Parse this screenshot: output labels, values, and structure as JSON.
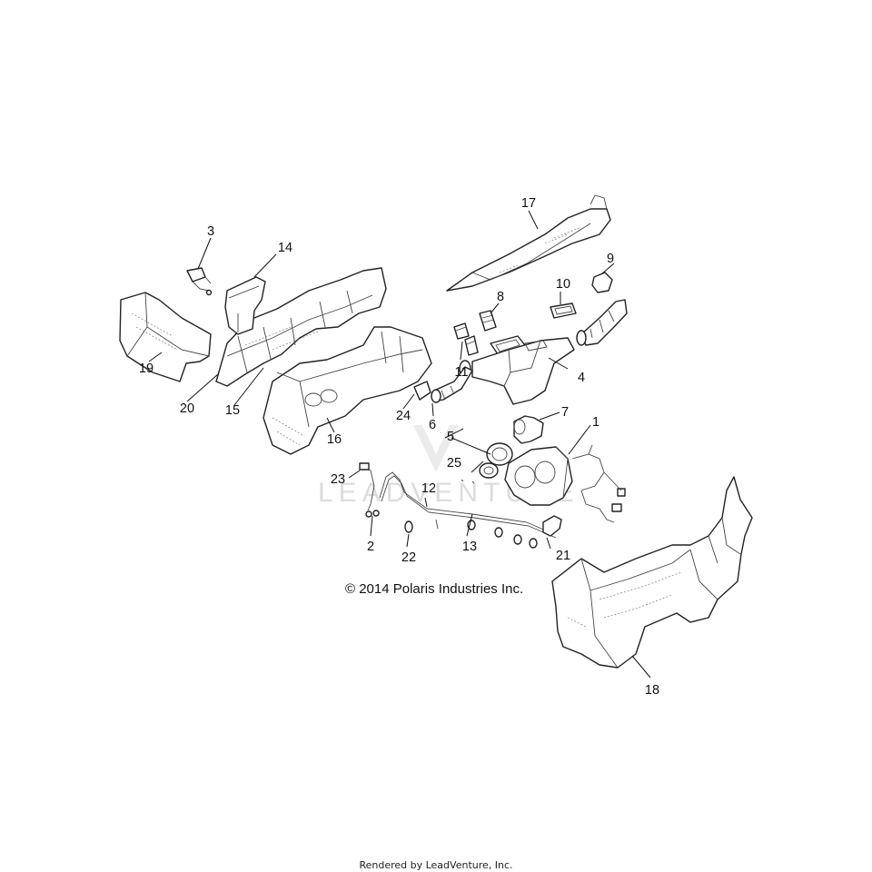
{
  "copyright": "© 2014 Polaris Industries Inc.",
  "rendered_by": "Rendered by LeadVenture, Inc.",
  "watermark": "LEADVENTURE",
  "callouts": [
    {
      "id": "1",
      "label": "1"
    },
    {
      "id": "2",
      "label": "2"
    },
    {
      "id": "3",
      "label": "3"
    },
    {
      "id": "4",
      "label": "4"
    },
    {
      "id": "5",
      "label": "5"
    },
    {
      "id": "6",
      "label": "6"
    },
    {
      "id": "7",
      "label": "7"
    },
    {
      "id": "8",
      "label": "8"
    },
    {
      "id": "9",
      "label": "9"
    },
    {
      "id": "10",
      "label": "10"
    },
    {
      "id": "11",
      "label": "11"
    },
    {
      "id": "12",
      "label": "12"
    },
    {
      "id": "13",
      "label": "13"
    },
    {
      "id": "14",
      "label": "14"
    },
    {
      "id": "15",
      "label": "15"
    },
    {
      "id": "16",
      "label": "16"
    },
    {
      "id": "17",
      "label": "17"
    },
    {
      "id": "18",
      "label": "18"
    },
    {
      "id": "19",
      "label": "19"
    },
    {
      "id": "20",
      "label": "20"
    },
    {
      "id": "21",
      "label": "21"
    },
    {
      "id": "22",
      "label": "22"
    },
    {
      "id": "23",
      "label": "23"
    },
    {
      "id": "24",
      "label": "24"
    },
    {
      "id": "25",
      "label": "25"
    }
  ]
}
